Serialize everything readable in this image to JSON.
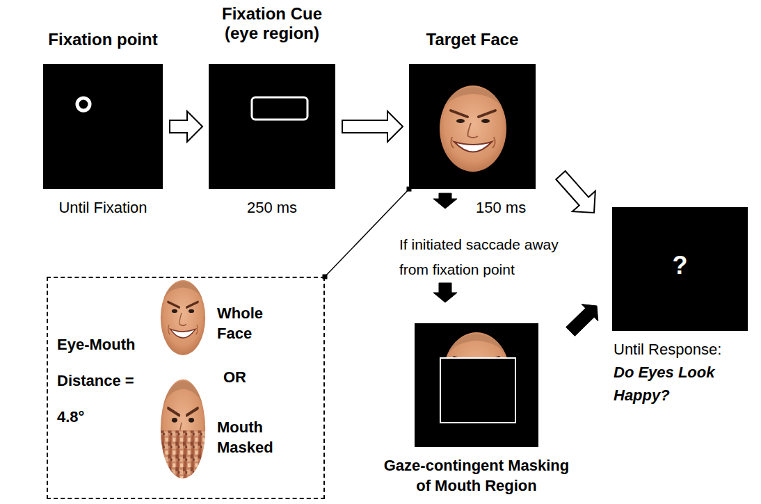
{
  "diagram": {
    "nodes": [
      {
        "text": [
          "Fixation point",
          "Until Fixation"
        ]
      },
      {
        "text": [
          "Fixation Cue (eye region)",
          "250 ms"
        ]
      },
      {
        "text": [
          "Target Face",
          "150 ms"
        ]
      },
      {
        "text": [
          "?",
          "Until Response:",
          "Do Eyes Look Happy?"
        ]
      },
      {
        "text": [
          "Eye-Mouth Distance = 4.8°",
          "Whole Face",
          "OR",
          "Mouth Masked"
        ]
      },
      {
        "text": [
          "Gaze-contingent Masking of Mouth Region"
        ]
      }
    ],
    "edges": [
      {
        "from": 0,
        "to": 1,
        "arrow": "to"
      },
      {
        "from": 1,
        "to": 2,
        "arrow": "to"
      },
      {
        "from": 2,
        "to": 3,
        "arrow": "to"
      },
      {
        "from": 2,
        "to": 5,
        "label": "If initiated saccade away from fixation point",
        "arrow": "to"
      },
      {
        "from": 5,
        "to": 3,
        "arrow": "to"
      },
      {
        "from": 4,
        "to": 2,
        "arrow": "none"
      }
    ]
  }
}
